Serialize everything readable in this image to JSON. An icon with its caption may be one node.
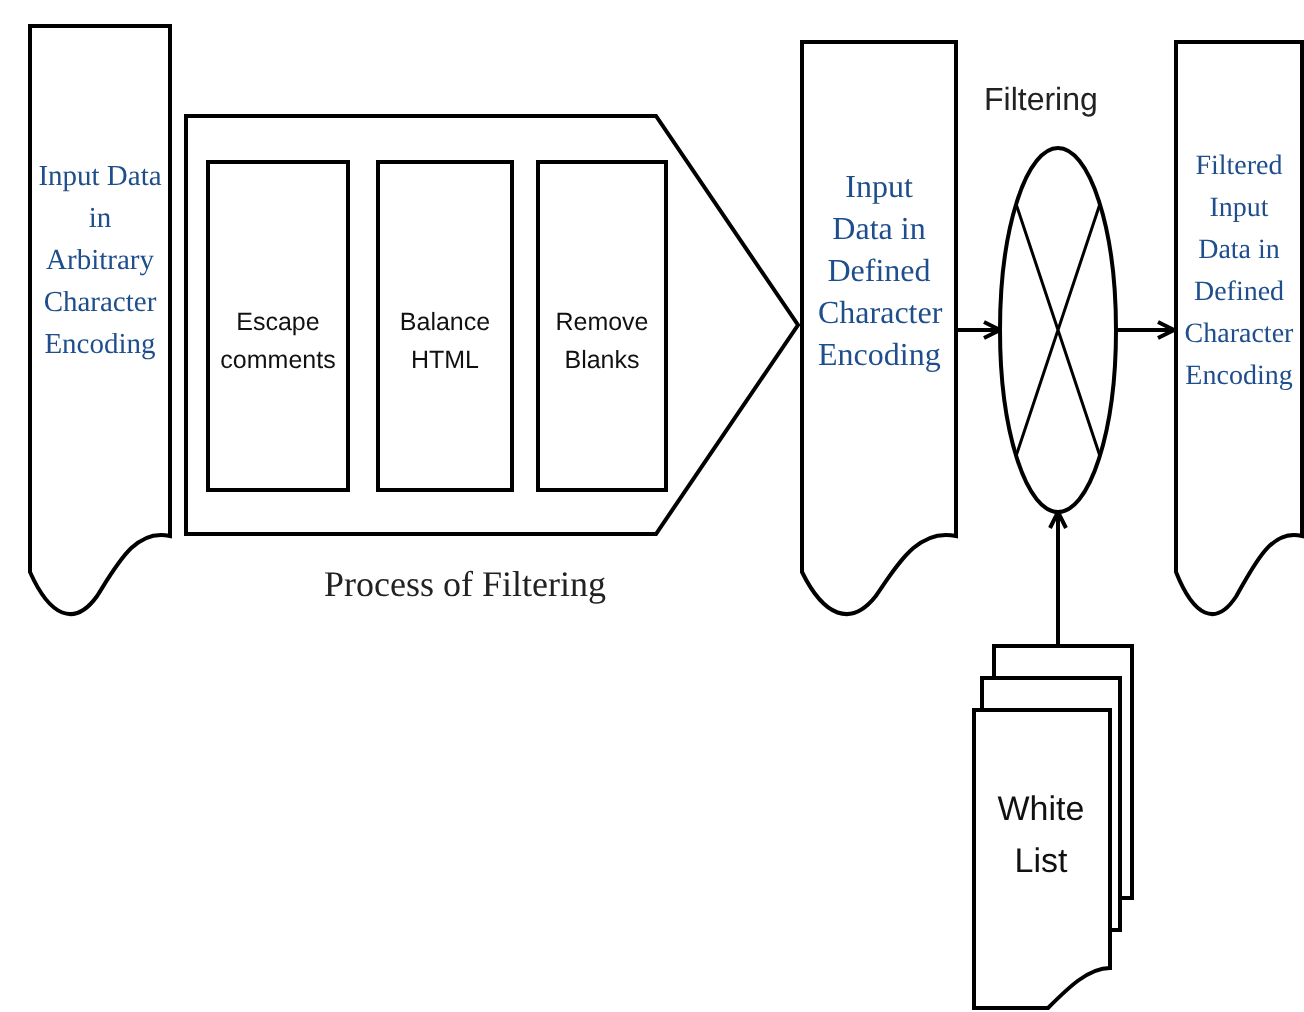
{
  "diagram": {
    "nodes": [
      {
        "text": [
          "Input Data in Arbitrary Character Encoding"
        ]
      },
      {
        "text": [
          "Process of Filtering"
        ]
      },
      {
        "text": [
          "Escape comments"
        ],
        "in": 1
      },
      {
        "text": [
          "Balance HTML"
        ],
        "in": 1
      },
      {
        "text": [
          "Remove Blanks"
        ],
        "in": 1
      },
      {
        "text": [
          "Input Data in Defined Character Encoding"
        ]
      },
      {
        "text": [
          "Filtering"
        ]
      },
      {
        "text": [
          "Filtered Input Data in Defined Character Encoding"
        ]
      },
      {
        "text": [
          "White List"
        ]
      }
    ],
    "edges": [
      {
        "from": 5,
        "to": 6,
        "arrow": "to"
      },
      {
        "from": 6,
        "to": 7,
        "arrow": "to"
      },
      {
        "from": 8,
        "to": 6,
        "arrow": "to"
      }
    ]
  }
}
